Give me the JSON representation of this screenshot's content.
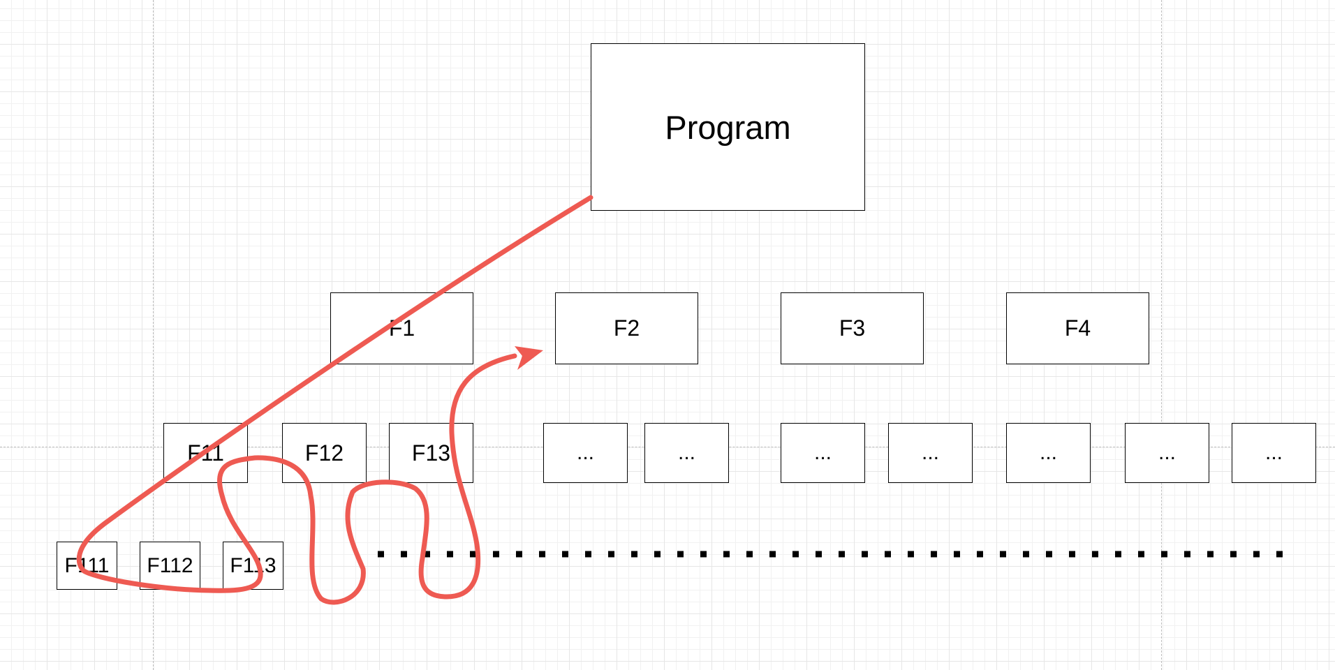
{
  "diagram": {
    "root": {
      "label": "Program"
    },
    "level1": [
      {
        "label": "F1"
      },
      {
        "label": "F2"
      },
      {
        "label": "F3"
      },
      {
        "label": "F4"
      }
    ],
    "level2": [
      {
        "label": "F11"
      },
      {
        "label": "F12"
      },
      {
        "label": "F13"
      },
      {
        "label": "..."
      },
      {
        "label": "..."
      },
      {
        "label": "..."
      },
      {
        "label": "..."
      },
      {
        "label": "..."
      },
      {
        "label": "..."
      },
      {
        "label": "..."
      }
    ],
    "level3": [
      {
        "label": "F111"
      },
      {
        "label": "F112"
      },
      {
        "label": "F113"
      }
    ]
  },
  "annotation": {
    "stroke_color": "#ee5a52",
    "dots_color": "#000000"
  }
}
